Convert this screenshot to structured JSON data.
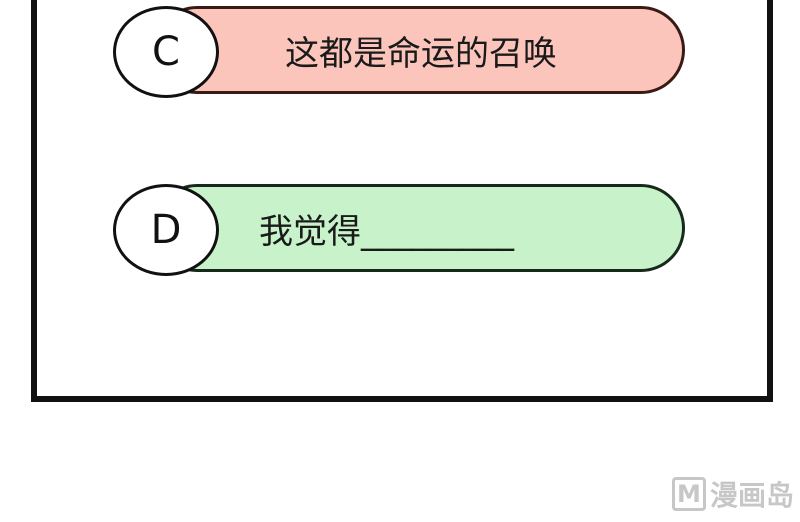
{
  "options": [
    {
      "letter": "C",
      "text": "这都是命运的召唤",
      "color": "#fcc5bb"
    },
    {
      "letter": "D",
      "text": "我觉得_________",
      "color": "#c8f2ca"
    }
  ],
  "watermark": {
    "logo": "M",
    "text": "漫画岛"
  }
}
